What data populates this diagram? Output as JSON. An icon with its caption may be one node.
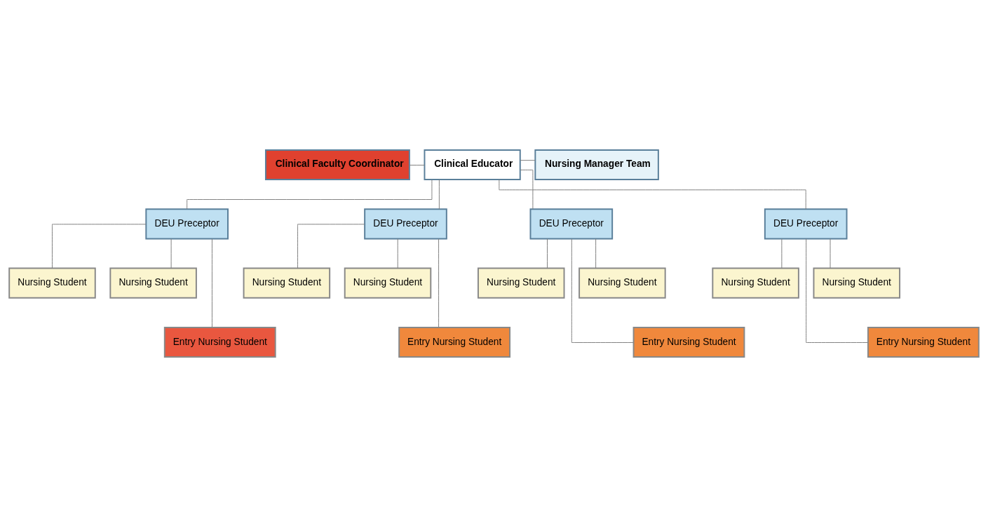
{
  "diagram": {
    "nodes": [
      {
        "text": [
          "Clinical Faculty Coordinator"
        ]
      },
      {
        "text": [
          "Clinical Educator"
        ]
      },
      {
        "text": [
          "Nursing Manager Team"
        ]
      },
      {
        "text": [
          "DEU Preceptor"
        ]
      },
      {
        "text": [
          "DEU Preceptor"
        ]
      },
      {
        "text": [
          "DEU Preceptor"
        ]
      },
      {
        "text": [
          "DEU Preceptor"
        ]
      },
      {
        "text": [
          "Nursing Student"
        ]
      },
      {
        "text": [
          "Nursing Student"
        ]
      },
      {
        "text": [
          "Nursing Student"
        ]
      },
      {
        "text": [
          "Nursing Student"
        ]
      },
      {
        "text": [
          "Nursing Student"
        ]
      },
      {
        "text": [
          "Nursing Student"
        ]
      },
      {
        "text": [
          "Nursing Student"
        ]
      },
      {
        "text": [
          "Nursing Student"
        ]
      },
      {
        "text": [
          "Entry Nursing Student"
        ]
      },
      {
        "text": [
          "Entry Nursing Student"
        ]
      },
      {
        "text": [
          "Entry Nursing Student"
        ]
      },
      {
        "text": [
          "Entry Nursing Student"
        ]
      }
    ],
    "edges": [
      {
        "from": 0,
        "to": 1,
        "arrow": "none"
      },
      {
        "from": 1,
        "to": 2,
        "arrow": "none"
      },
      {
        "from": 1,
        "to": 3,
        "arrow": "none"
      },
      {
        "from": 1,
        "to": 4,
        "arrow": "none"
      },
      {
        "from": 1,
        "to": 5,
        "arrow": "none"
      },
      {
        "from": 1,
        "to": 6,
        "arrow": "none"
      },
      {
        "from": 3,
        "to": 7,
        "arrow": "none"
      },
      {
        "from": 3,
        "to": 8,
        "arrow": "none"
      },
      {
        "from": 3,
        "to": 15,
        "arrow": "none"
      },
      {
        "from": 4,
        "to": 9,
        "arrow": "none"
      },
      {
        "from": 4,
        "to": 10,
        "arrow": "none"
      },
      {
        "from": 4,
        "to": 16,
        "arrow": "none"
      },
      {
        "from": 5,
        "to": 11,
        "arrow": "none"
      },
      {
        "from": 5,
        "to": 12,
        "arrow": "none"
      },
      {
        "from": 5,
        "to": 17,
        "arrow": "none"
      },
      {
        "from": 6,
        "to": 13,
        "arrow": "none"
      },
      {
        "from": 6,
        "to": 14,
        "arrow": "none"
      },
      {
        "from": 6,
        "to": 18,
        "arrow": "none"
      }
    ]
  }
}
